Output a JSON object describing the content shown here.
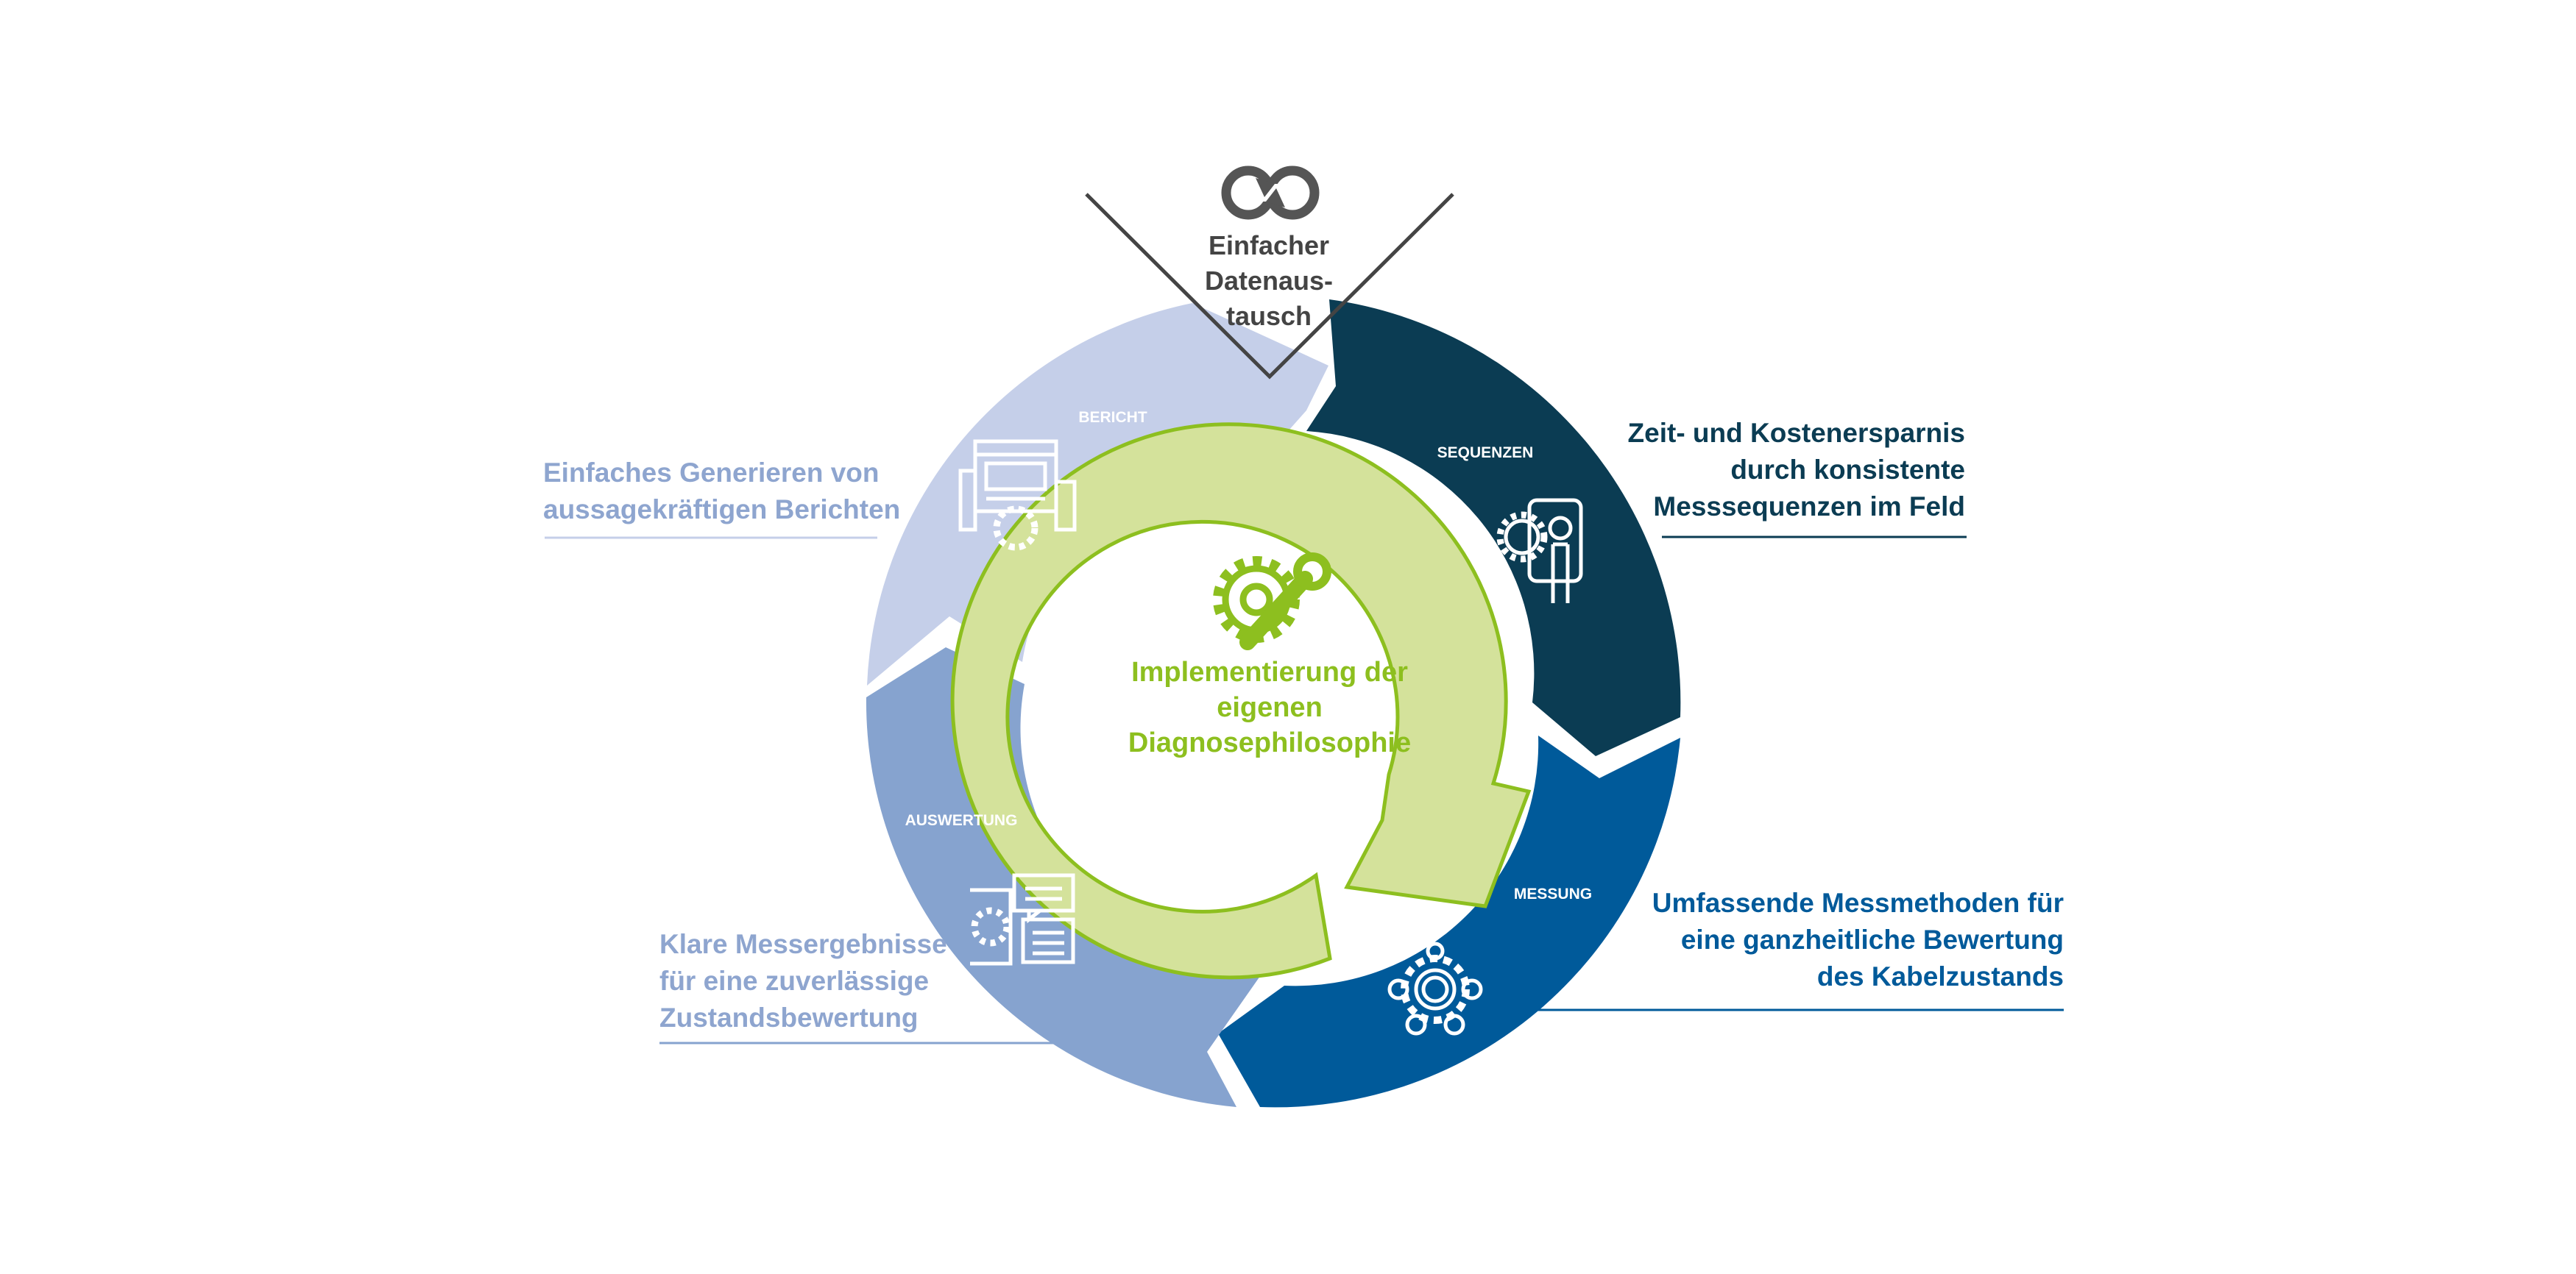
{
  "colors": {
    "bericht": "#c5cfe9",
    "sequenzen": "#0b3c53",
    "messung": "#005a9a",
    "auswertung": "#86a3cf",
    "arrow_fill": "#d4e29b",
    "arrow_stroke": "#8dbf1f",
    "center_text": "#8dbf1f",
    "top_text": "#444444",
    "text_light": "#8ea5cf",
    "text_dark": "#0b3c53",
    "text_blue": "#005a9a"
  },
  "top": {
    "icon": "infinity-exchange-icon",
    "line1": "Einfacher",
    "line2": "Datenaus-",
    "line3": "tausch"
  },
  "center": {
    "icon": "gear-wrench-icon",
    "line1": "Implementierung der",
    "line2": "eigenen",
    "line3": "Diagnosephilosophie"
  },
  "segments": {
    "bericht": {
      "label": "BERICHT",
      "icon": "report-gear-icon"
    },
    "sequenzen": {
      "label": "SEQUENZEN",
      "icon": "person-gear-icon"
    },
    "messung": {
      "label": "MESSUNG",
      "icon": "gear-network-icon"
    },
    "auswertung": {
      "label": "AUSWERTUNG",
      "icon": "evaluation-chat-icon"
    }
  },
  "callouts": {
    "bericht": {
      "line1": "Einfaches Generieren von",
      "line2": "aussagekräftigen Berichten"
    },
    "sequenzen": {
      "line1": "Zeit- und Kostenersparnis",
      "line2": "durch konsistente",
      "line3": "Messsequenzen im Feld"
    },
    "messung": {
      "line1": "Umfassende Messmethoden für",
      "line2": "eine ganzheitliche Bewertung",
      "line3": "des Kabelzustands"
    },
    "auswertung": {
      "line1": "Klare Messergebnisse",
      "line2": "für eine zuverlässige",
      "line3": "Zustandsbewertung"
    }
  }
}
